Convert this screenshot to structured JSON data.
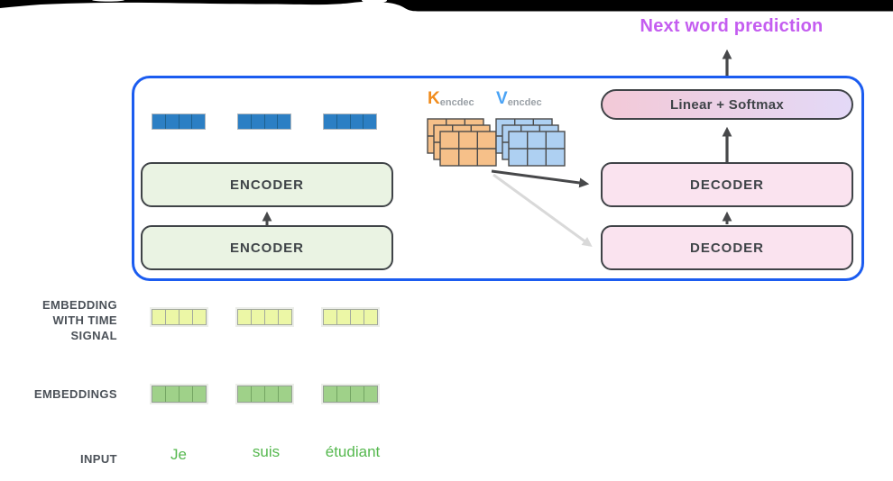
{
  "title": {
    "text": "Next word prediction",
    "color": "#c45df0"
  },
  "transformer": {
    "encoders": [
      {
        "label": "ENCODER"
      },
      {
        "label": "ENCODER"
      }
    ],
    "decoders": [
      {
        "label": "DECODER"
      },
      {
        "label": "DECODER"
      }
    ],
    "output_layer": {
      "label": "Linear + Softmax"
    }
  },
  "attention_weights": {
    "k": {
      "letter": "K",
      "subscript": "encdec",
      "letter_color": "#f08c1e",
      "matrix_color": "#f6c089"
    },
    "v": {
      "letter": "V",
      "subscript": "encdec",
      "letter_color": "#4aa3f5",
      "matrix_color": "#aed0f2"
    }
  },
  "row_labels": {
    "embedding_time_lines": [
      "EMBEDDING",
      "WITH TIME",
      "SIGNAL"
    ],
    "embeddings": "EMBEDDINGS",
    "input": "INPUT"
  },
  "input_words": [
    "Je",
    "suis",
    "étudiant"
  ],
  "colors": {
    "container_border": "#1b5cf0",
    "encoder_fill": "#eaf3e3",
    "decoder_fill": "#fae3ef",
    "output_layer_gradient": [
      "#f3c9d7",
      "#e3d9f7"
    ],
    "encoder_output_cell": "#2c7fc4",
    "time_signal_cell": "#ecf7a6",
    "embedding_cell": "#9fd189",
    "input_word": "#55b84e",
    "arrow_dark": "#47484a",
    "arrow_light": "#d9d9d9"
  }
}
